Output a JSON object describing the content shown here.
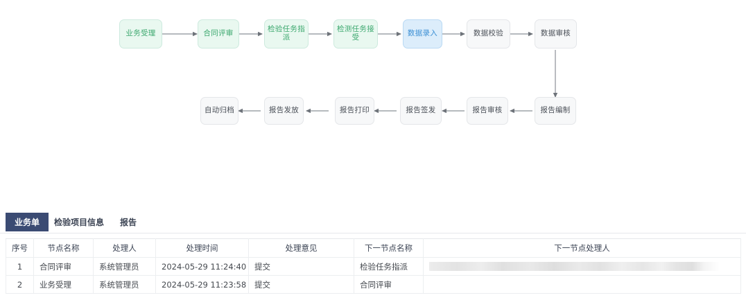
{
  "flow": {
    "row1": [
      {
        "label": "业务受理",
        "style": "green"
      },
      {
        "label": "合同评审",
        "style": "green"
      },
      {
        "label": "检验任务指派",
        "style": "green"
      },
      {
        "label": "检测任务接受",
        "style": "green"
      },
      {
        "label": "数据录入",
        "style": "blue"
      },
      {
        "label": "数据校验",
        "style": "grey"
      },
      {
        "label": "数据审核",
        "style": "grey"
      }
    ],
    "row2": [
      {
        "label": "自动归档",
        "style": "grey"
      },
      {
        "label": "报告发放",
        "style": "grey"
      },
      {
        "label": "报告打印",
        "style": "grey"
      },
      {
        "label": "报告签发",
        "style": "grey"
      },
      {
        "label": "报告审核",
        "style": "grey"
      },
      {
        "label": "报告编制",
        "style": "grey"
      }
    ],
    "colors": {
      "green_fill": "#e9f8f0",
      "green_text": "#3aa76d",
      "blue_fill": "#dcedfb",
      "blue_text": "#3b8fd4",
      "grey_fill": "#f7f8f9",
      "grey_text": "#4a4f57",
      "arrow": "#7a7f86"
    }
  },
  "tabs": {
    "items": [
      {
        "label": "业务单",
        "active": true
      },
      {
        "label": "检验项目信息",
        "active": false
      },
      {
        "label": "报告",
        "active": false
      }
    ],
    "active_color": "#3b4b73"
  },
  "table": {
    "headers": [
      "序号",
      "节点名称",
      "处理人",
      "处理时间",
      "处理意见",
      "下一节点名称",
      "下一节点处理人"
    ],
    "rows": [
      {
        "index": "1",
        "node_name": "合同评审",
        "handler": "系统管理员",
        "handle_time": "2024-05-29 11:24:40",
        "opinion": "提交",
        "next_node_name": "检验任务指派",
        "next_handler": "",
        "next_handler_redacted": true
      },
      {
        "index": "2",
        "node_name": "业务受理",
        "handler": "系统管理员",
        "handle_time": "2024-05-29 11:23:58",
        "opinion": "提交",
        "next_node_name": "合同评审",
        "next_handler": "",
        "next_handler_redacted": false
      }
    ]
  }
}
